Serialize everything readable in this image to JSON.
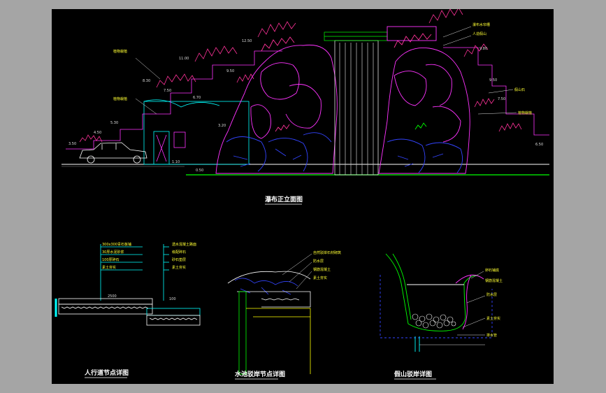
{
  "window": {
    "background": "#a5a5a5",
    "canvas": "#000000"
  },
  "colors": {
    "rock": "#ff33ff",
    "rock_line": "#3344ff",
    "ground": "#00ff00",
    "plant": "#ff3399",
    "cyan": "#00ffff",
    "yellow": "#ffff00",
    "white": "#ffffff"
  },
  "elevation": {
    "title": "瀑布正立面图",
    "labels": {
      "plant_top": "植物栽植",
      "plant_left": "植物栽植",
      "rock_right": "假山石",
      "plant_right": "植物栽植",
      "top_right_a": "瀑布水帘槽",
      "top_right_b": "人造假山"
    },
    "elevations": [
      "12.50",
      "11.00",
      "9.50",
      "8.30",
      "7.50",
      "6.70",
      "5.30",
      "4.50",
      "3.50",
      "3.20",
      "1.10",
      "0.50",
      "9.80",
      "9.50",
      "7.50",
      "6.50"
    ]
  },
  "details": [
    {
      "title": "人行道节点详图",
      "left_labels": [
        "300x300青石板铺",
        "30厚水泥砂浆",
        "100厚碎石",
        "素土夯实"
      ],
      "right_labels": [
        "透水混凝土路面",
        "级配碎石",
        "砂石垫层",
        "素土夯实"
      ],
      "dims": [
        "2500",
        "100"
      ]
    },
    {
      "title": "水池驳岸节点详图",
      "labels": [
        "自然驳岸石材砌筑",
        "防水层",
        "钢筋混凝土",
        "素土夯实"
      ]
    },
    {
      "title": "假山驳岸详图",
      "labels": [
        "卵石铺底",
        "防水层",
        "钢筋混凝土",
        "素土夯实",
        "排水管"
      ]
    }
  ]
}
